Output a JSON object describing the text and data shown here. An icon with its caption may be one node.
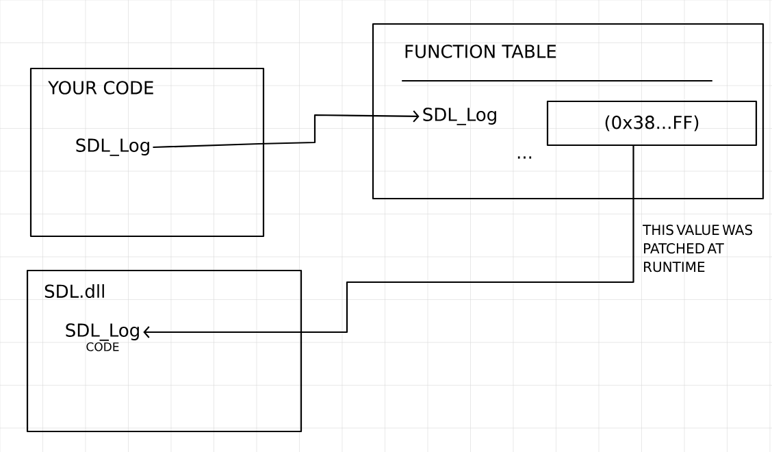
{
  "diagram": {
    "nodes": [
      {
        "text": [
          "YOUR CODE"
        ]
      },
      {
        "text": [
          "SDL_Log"
        ],
        "in": 0
      },
      {
        "text": [
          "FUNCTION TABLE"
        ]
      },
      {
        "text": [
          "SDL_Log"
        ],
        "in": 2
      },
      {
        "text": [
          "(0x38...FF)"
        ],
        "in": 2
      },
      {
        "text": [
          "SDL.dll"
        ]
      },
      {
        "text": [
          "SDL_Log"
        ],
        "in": 5,
        "beside": [
          "CODE"
        ]
      }
    ],
    "edges": [
      {
        "from": 1,
        "to": 3,
        "arrow": "to"
      },
      {
        "from": 4,
        "to": 6,
        "arrow": "to"
      }
    ],
    "labels": [
      "...",
      "THIS VALUE WAS PATCHED AT RUNTIME"
    ]
  }
}
